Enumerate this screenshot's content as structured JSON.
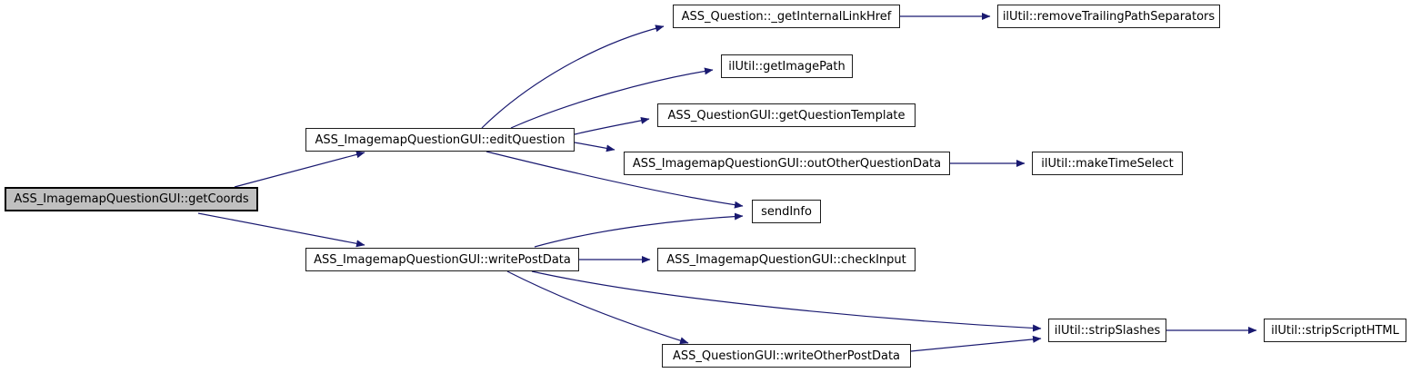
{
  "diagram": {
    "type": "doxygen-call-graph",
    "colors": {
      "background": "#ffffff",
      "edge": "#191970",
      "node_border": "#1c1c1c",
      "node_fill": "#ffffff",
      "highlight_fill": "#c0c0c0",
      "text": "#000000"
    },
    "nodes": {
      "getCoords": {
        "label": "ASS_ImagemapQuestionGUI::getCoords",
        "highlighted": true
      },
      "editQuestion": {
        "label": "ASS_ImagemapQuestionGUI::editQuestion",
        "highlighted": false
      },
      "writePostData": {
        "label": "ASS_ImagemapQuestionGUI::writePostData",
        "highlighted": false
      },
      "getInternalLinkHref": {
        "label": "ASS_Question::_getInternalLinkHref",
        "highlighted": false
      },
      "removeTrailingPathSeparators": {
        "label": "ilUtil::removeTrailingPathSeparators",
        "highlighted": false
      },
      "getImagePath": {
        "label": "ilUtil::getImagePath",
        "highlighted": false
      },
      "getQuestionTemplate": {
        "label": "ASS_QuestionGUI::getQuestionTemplate",
        "highlighted": false
      },
      "outOtherQuestionData": {
        "label": "ASS_ImagemapQuestionGUI::outOtherQuestionData",
        "highlighted": false
      },
      "makeTimeSelect": {
        "label": "ilUtil::makeTimeSelect",
        "highlighted": false
      },
      "sendInfo": {
        "label": "sendInfo",
        "highlighted": false
      },
      "checkInput": {
        "label": "ASS_ImagemapQuestionGUI::checkInput",
        "highlighted": false
      },
      "stripSlashes": {
        "label": "ilUtil::stripSlashes",
        "highlighted": false
      },
      "stripScriptHTML": {
        "label": "ilUtil::stripScriptHTML",
        "highlighted": false
      },
      "writeOtherPostData": {
        "label": "ASS_QuestionGUI::writeOtherPostData",
        "highlighted": false
      }
    },
    "edges": [
      [
        "getCoords",
        "editQuestion"
      ],
      [
        "getCoords",
        "writePostData"
      ],
      [
        "editQuestion",
        "getInternalLinkHref"
      ],
      [
        "editQuestion",
        "getImagePath"
      ],
      [
        "editQuestion",
        "getQuestionTemplate"
      ],
      [
        "editQuestion",
        "outOtherQuestionData"
      ],
      [
        "editQuestion",
        "sendInfo"
      ],
      [
        "getInternalLinkHref",
        "removeTrailingPathSeparators"
      ],
      [
        "outOtherQuestionData",
        "makeTimeSelect"
      ],
      [
        "writePostData",
        "sendInfo"
      ],
      [
        "writePostData",
        "checkInput"
      ],
      [
        "writePostData",
        "stripSlashes"
      ],
      [
        "writePostData",
        "writeOtherPostData"
      ],
      [
        "writeOtherPostData",
        "stripSlashes"
      ],
      [
        "stripSlashes",
        "stripScriptHTML"
      ]
    ]
  }
}
